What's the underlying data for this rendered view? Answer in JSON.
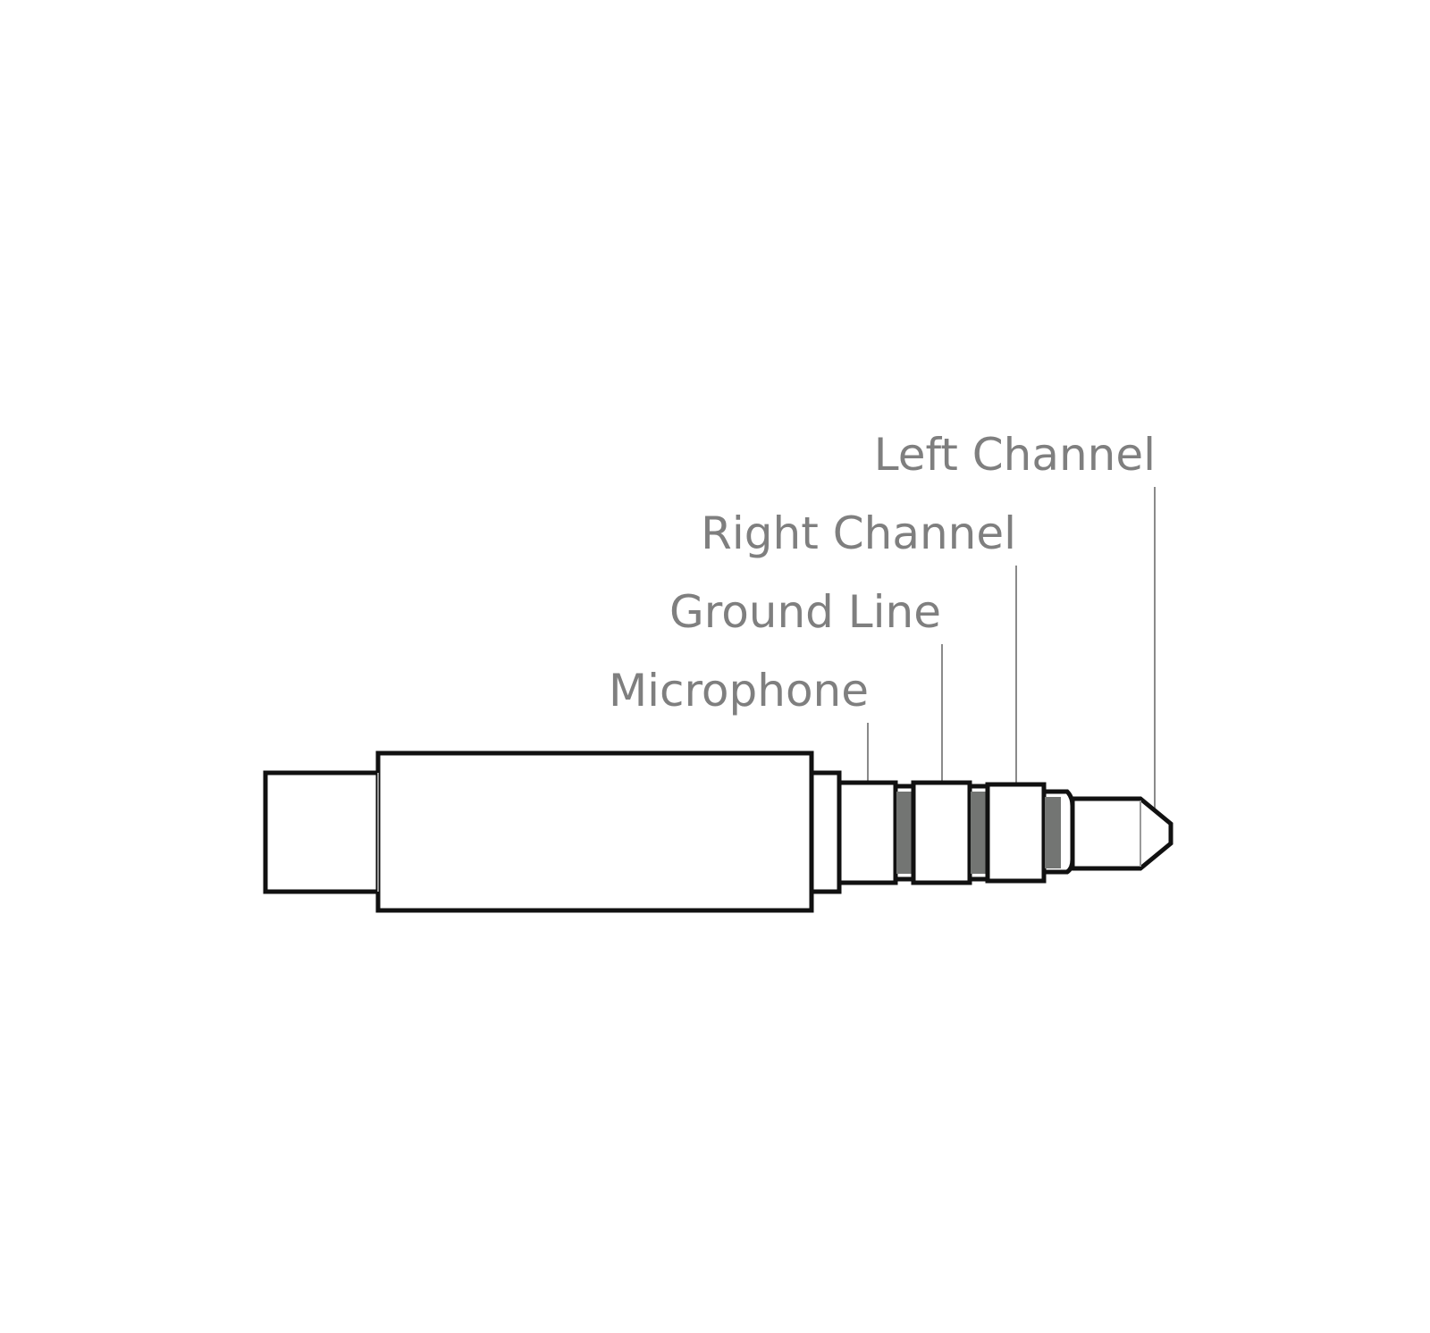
{
  "diagram": {
    "labels": {
      "left_channel": "Left Channel",
      "right_channel": "Right Channel",
      "ground_line": "Ground Line",
      "microphone": "Microphone"
    },
    "colors": {
      "label": "#7f7f7f",
      "outline": "#111111",
      "insulator": "#737573",
      "background": "#ffffff"
    }
  }
}
